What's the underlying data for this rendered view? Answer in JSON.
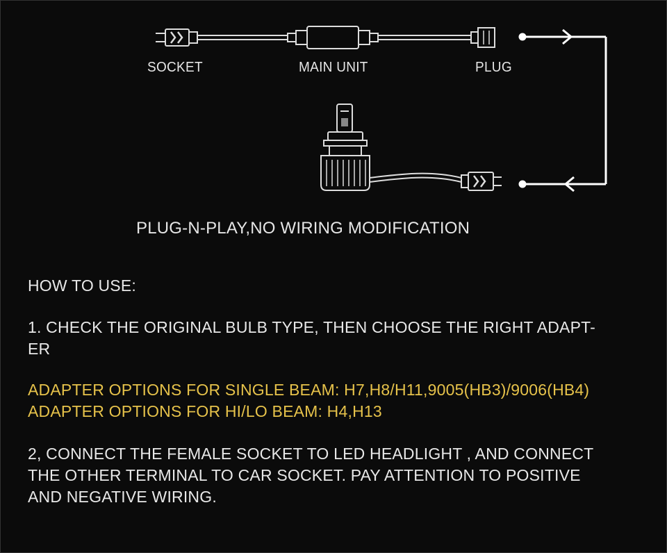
{
  "diagram": {
    "labels": {
      "socket": "SOCKET",
      "main_unit": "MAIN UNIT",
      "plug": "PLUG"
    },
    "caption": "PLUG-N-PLAY,NO WIRING MODIFICATION"
  },
  "instructions": {
    "heading": "HOW TO USE:",
    "step1": {
      "line1": "1. CHECK THE ORIGINAL BULB TYPE, THEN CHOOSE THE RIGHT ADAPT-",
      "line2": "ER"
    },
    "options": {
      "single_beam": "ADAPTER OPTIONS FOR SINGLE BEAM: H7,H8/H11,9005(HB3)/9006(HB4)",
      "hilo_beam": "ADAPTER OPTIONS FOR HI/LO BEAM: H4,H13"
    },
    "step2": {
      "line1": "2, CONNECT THE FEMALE SOCKET TO LED HEADLIGHT , AND CONNECT",
      "line2": "THE OTHER TERMINAL TO CAR SOCKET. PAY ATTENTION TO POSITIVE",
      "line3": "AND NEGATIVE WIRING."
    }
  },
  "colors": {
    "background": "#0b0b0b",
    "text": "#e8e8e8",
    "highlight": "#e6c24a"
  }
}
